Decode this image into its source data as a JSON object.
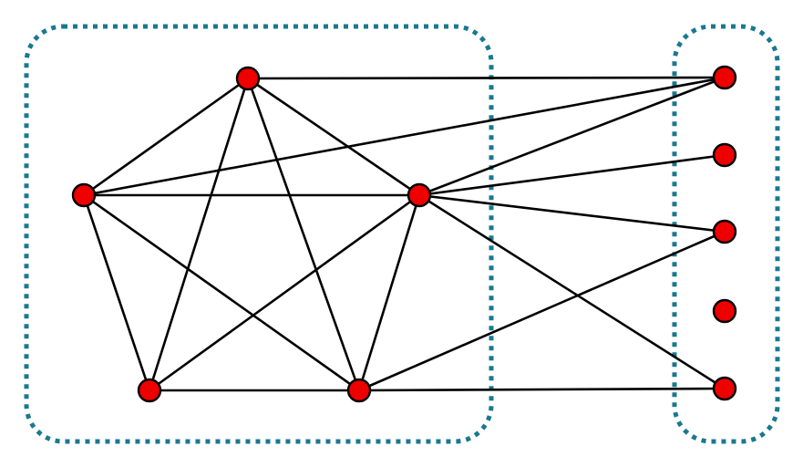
{
  "diagram": {
    "type": "graph",
    "colors": {
      "node_fill": "#ee0000",
      "node_stroke": "#000000",
      "edge": "#000000",
      "group_border": "#1a7890",
      "background": "#ffffff"
    },
    "groups": [
      {
        "id": "left-group",
        "nodes": [
          "A",
          "B",
          "C",
          "D",
          "E"
        ]
      },
      {
        "id": "right-group",
        "nodes": [
          "R1",
          "R2",
          "R3",
          "R4",
          "R5"
        ]
      }
    ],
    "nodes": [
      "A",
      "B",
      "C",
      "D",
      "E",
      "R1",
      "R2",
      "R3",
      "R4",
      "R5"
    ],
    "edges": [
      [
        "A",
        "B"
      ],
      [
        "A",
        "C"
      ],
      [
        "A",
        "D"
      ],
      [
        "A",
        "E"
      ],
      [
        "B",
        "C"
      ],
      [
        "B",
        "D"
      ],
      [
        "B",
        "E"
      ],
      [
        "C",
        "D"
      ],
      [
        "C",
        "E"
      ],
      [
        "D",
        "E"
      ],
      [
        "A",
        "R1"
      ],
      [
        "B",
        "R1"
      ],
      [
        "C",
        "R1"
      ],
      [
        "C",
        "R2"
      ],
      [
        "C",
        "R3"
      ],
      [
        "C",
        "R5"
      ],
      [
        "E",
        "R3"
      ],
      [
        "E",
        "R5"
      ]
    ]
  }
}
